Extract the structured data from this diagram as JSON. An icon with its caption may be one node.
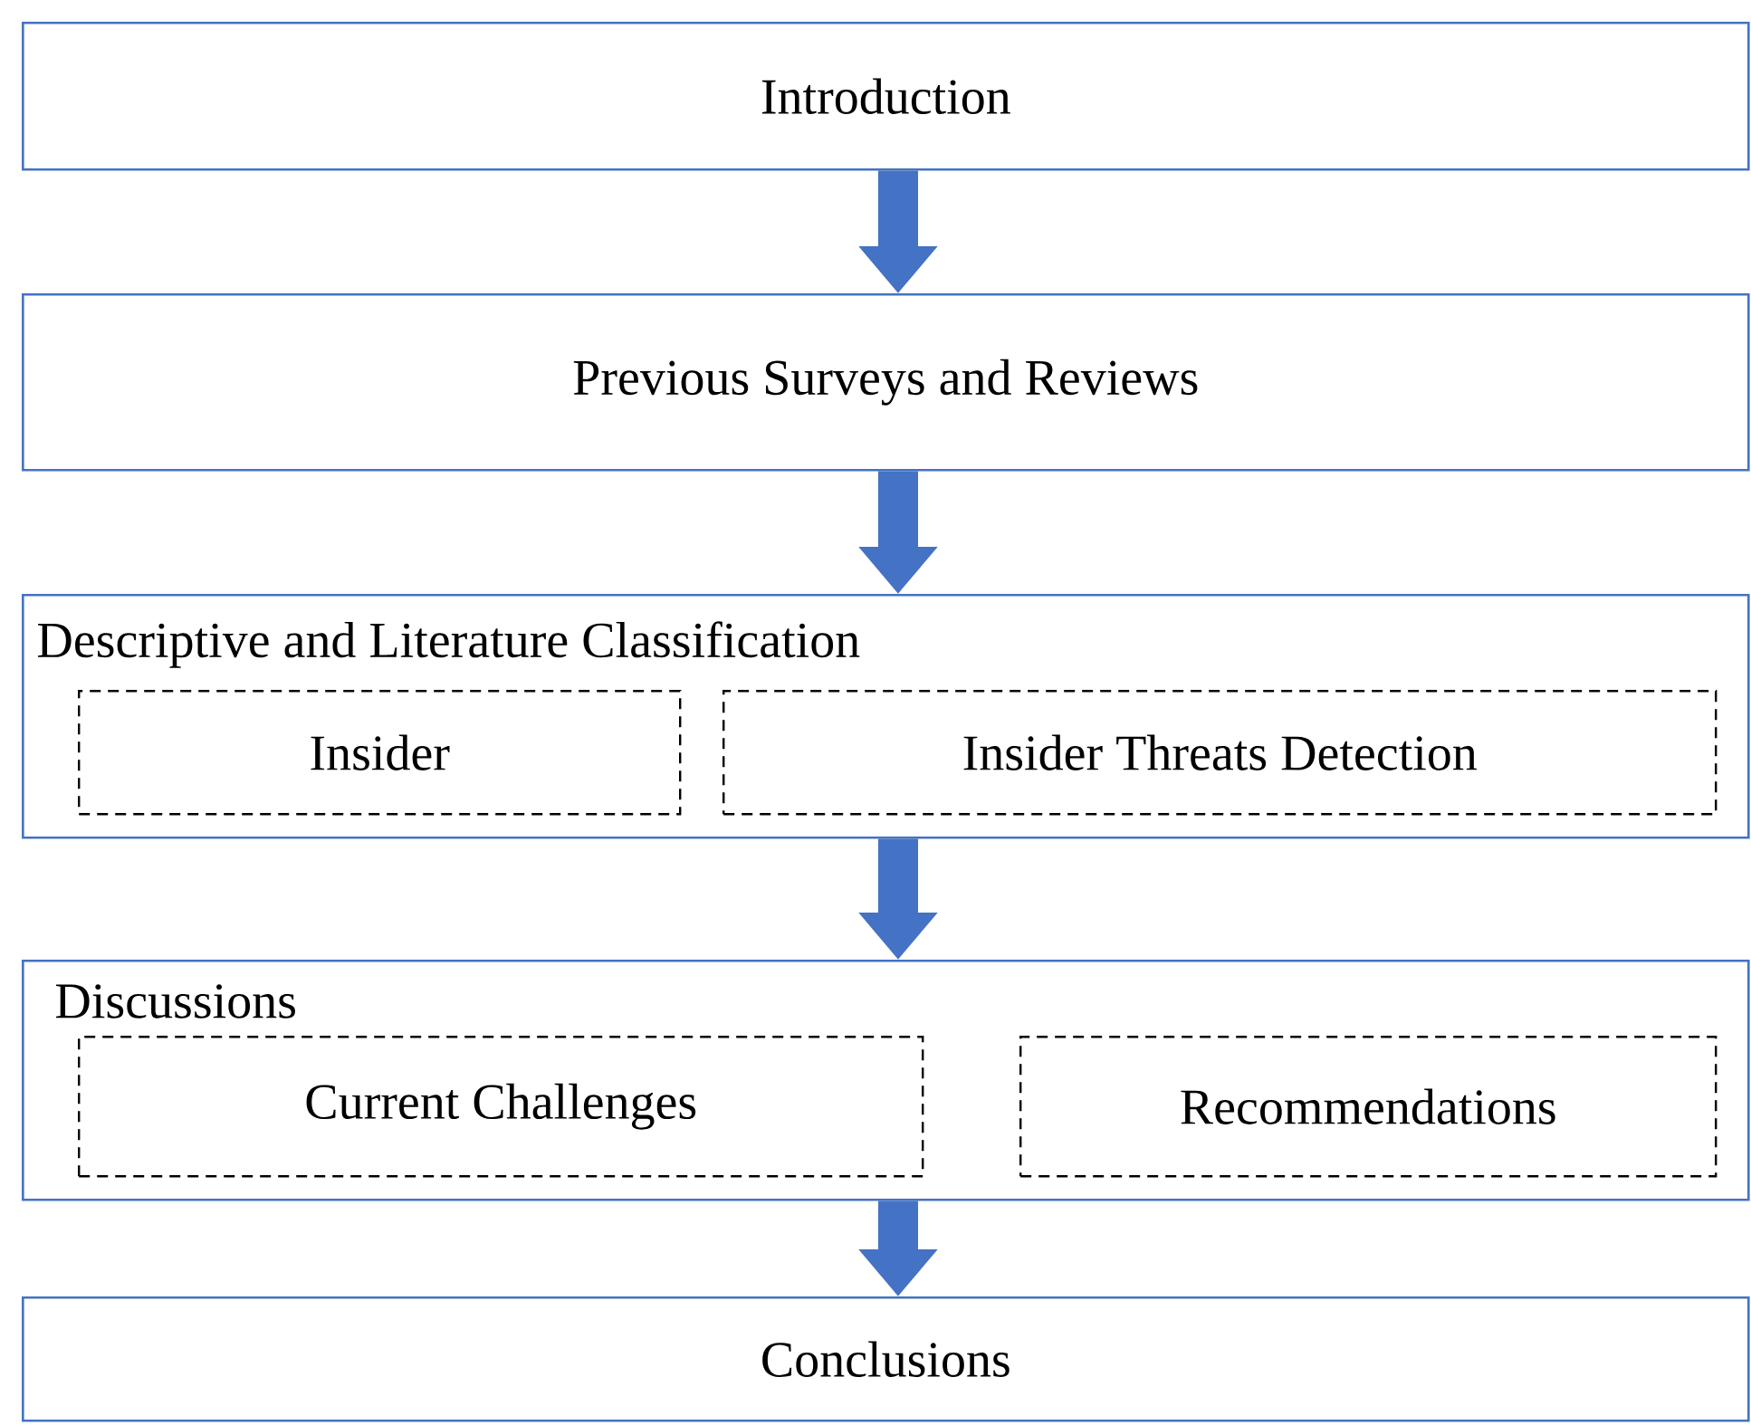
{
  "diagram": {
    "nodes": [
      {
        "text": [
          "Introduction"
        ]
      },
      {
        "text": [
          "Previous Surveys and Reviews"
        ]
      },
      {
        "text": [
          "Descriptive and Literature Classification"
        ]
      },
      {
        "text": [
          "Insider"
        ],
        "in": 2
      },
      {
        "text": [
          "Insider Threats Detection"
        ],
        "in": 2
      },
      {
        "text": [
          "Discussions"
        ]
      },
      {
        "text": [
          "Current Challenges"
        ],
        "in": 5
      },
      {
        "text": [
          "Recommendations"
        ],
        "in": 5
      },
      {
        "text": [
          "Conclusions"
        ]
      }
    ],
    "edges": [
      {
        "from": 0,
        "to": 1,
        "arrow": "to"
      },
      {
        "from": 1,
        "to": 2,
        "arrow": "to"
      },
      {
        "from": 2,
        "to": 5,
        "arrow": "to"
      },
      {
        "from": 5,
        "to": 8,
        "arrow": "to"
      }
    ]
  }
}
